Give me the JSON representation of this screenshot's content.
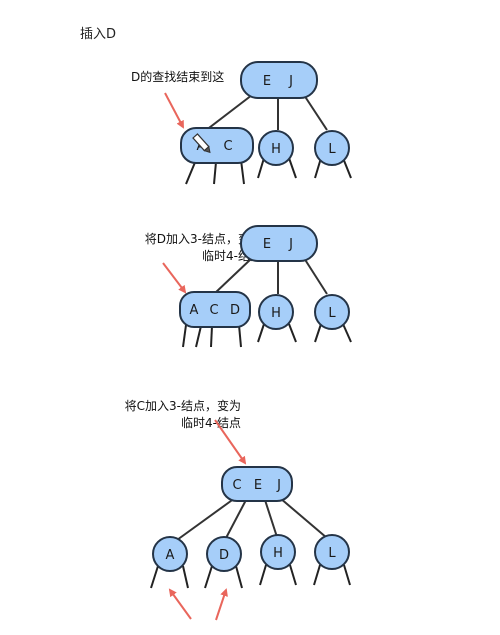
{
  "title": "插入D",
  "notes": {
    "step1": "D的查找结束到这",
    "step2_line1": "将D加入3-结点，变为",
    "step2_line2": "临时4-结点",
    "step3_line1": "将C加入3-结点，变为",
    "step3_line2": "临时4-结点"
  },
  "colors": {
    "node_fill": "#a6cef9",
    "node_stroke": "#243447",
    "edge": "#333333",
    "arrow": "#e9665c"
  },
  "tree1": {
    "root": [
      "E",
      "J"
    ],
    "children": [
      [
        "A",
        "C"
      ],
      [
        "H"
      ],
      [
        "L"
      ]
    ]
  },
  "tree2": {
    "root": [
      "E",
      "J"
    ],
    "children": [
      [
        "A",
        "C",
        "D"
      ],
      [
        "H"
      ],
      [
        "L"
      ]
    ]
  },
  "tree3": {
    "root": [
      "C",
      "E",
      "J"
    ],
    "children": [
      [
        "A"
      ],
      [
        "D"
      ],
      [
        "H"
      ],
      [
        "L"
      ]
    ]
  }
}
